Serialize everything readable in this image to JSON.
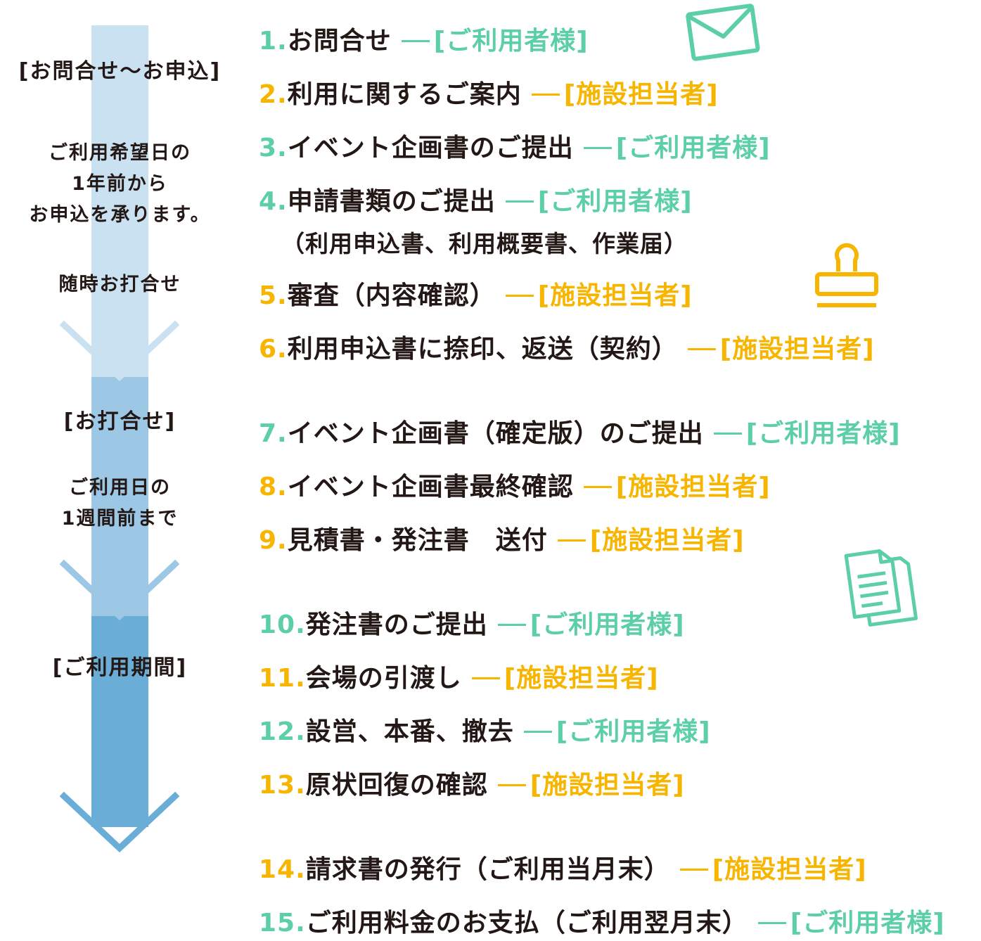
{
  "colors": {
    "user": "#5ccfa8",
    "staff": "#f7b500",
    "text": "#231815",
    "timeline_light": "#c9e1f1",
    "timeline_mid": "#9cc8e6",
    "timeline_dark": "#6aaed8"
  },
  "phases": {
    "inquiry": {
      "label": "[お問合せ〜お申込]",
      "note_lines": [
        "ご利用希望日の",
        "1年前から",
        "お申込を承ります。"
      ],
      "meeting": "随時お打合せ"
    },
    "meeting": {
      "label": "[お打合せ]",
      "note_lines": [
        "ご利用日の",
        "1週間前まで"
      ]
    },
    "usage": {
      "label": "[ご利用期間]"
    }
  },
  "roles": {
    "user": "[ご利用者様]",
    "staff": "[施設担当者]"
  },
  "steps": [
    {
      "num": "1.",
      "text": "お問合せ",
      "role": "[ご利用者様]"
    },
    {
      "num": "2.",
      "text": "利用に関するご案内",
      "role": "[施設担当者]"
    },
    {
      "num": "3.",
      "text": "イベント企画書のご提出",
      "role": "[ご利用者様]"
    },
    {
      "num": "4.",
      "text": "申請書類のご提出",
      "role": "[ご利用者様]",
      "sub": "（利用申込書、利用概要書、作業届）"
    },
    {
      "num": "5.",
      "text": "審査（内容確認）",
      "role": "[施設担当者]"
    },
    {
      "num": "6.",
      "text": "利用申込書に捺印、返送（契約）",
      "role": "[施設担当者]"
    },
    {
      "num": "7.",
      "text": "イベント企画書（確定版）のご提出",
      "role": "[ご利用者様]"
    },
    {
      "num": "8.",
      "text": "イベント企画書最終確認",
      "role": "[施設担当者]"
    },
    {
      "num": "9.",
      "text": "見積書・発注書　送付",
      "role": "[施設担当者]"
    },
    {
      "num": "10.",
      "text": "発注書のご提出",
      "role": "[ご利用者様]"
    },
    {
      "num": "11.",
      "text": "会場の引渡し",
      "role": "[施設担当者]"
    },
    {
      "num": "12.",
      "text": "設営、本番、撤去",
      "role": "[ご利用者様]"
    },
    {
      "num": "13.",
      "text": "原状回復の確認",
      "role": "[施設担当者]"
    },
    {
      "num": "14.",
      "text": "請求書の発行（ご利用当月末）",
      "role": "[施設担当者]"
    },
    {
      "num": "15.",
      "text": "ご利用料金のお支払（ご利用翌月末）",
      "role": "[ご利用者様]"
    }
  ],
  "icons": [
    "envelope-icon",
    "stamp-icon",
    "documents-icon"
  ]
}
